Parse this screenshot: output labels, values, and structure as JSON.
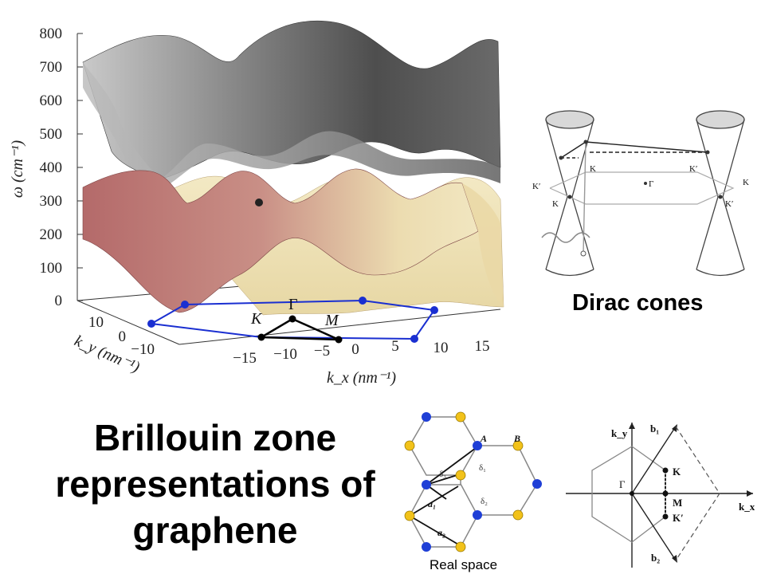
{
  "plot3d": {
    "z_axis_label": "ω (cm⁻¹)",
    "z_ticks": [
      "800",
      "700",
      "600",
      "500",
      "400",
      "300",
      "200",
      "100",
      "0"
    ],
    "ky_axis_label": "k_y (nm⁻¹)",
    "ky_ticks": [
      "10",
      "0",
      "−10"
    ],
    "kx_axis_label": "k_x (nm⁻¹)",
    "kx_ticks": [
      "−15",
      "−10",
      "−5",
      "0",
      "5",
      "10",
      "15"
    ],
    "point_gamma": "Γ",
    "point_k": "K",
    "point_m": "M",
    "colors": {
      "upper_band": "#6e6e6e",
      "lower_band_front": "#b56a6a",
      "lower_band_back": "#efe4b8",
      "bz_outline": "#1a2fd1"
    }
  },
  "dirac": {
    "caption": "Dirac cones",
    "labels": {
      "k_left": "K",
      "kp_left": "K′",
      "k_left_low": "K",
      "k_right_top": "K′",
      "gamma": "Γ",
      "k_right": "K",
      "kp_right_low": "K′"
    }
  },
  "title": {
    "line1": "Brillouin zone",
    "line2": "representations of",
    "line3": "graphene"
  },
  "real_space": {
    "caption": "Real space",
    "label_a": "A",
    "label_b": "B",
    "delta1": "δ₁",
    "delta2": "δ₂",
    "delta3": "δ₃",
    "a1": "a₁",
    "a2": "a₂",
    "colors": {
      "sublattice_a": "#1f3fd6",
      "sublattice_b": "#f2c21a"
    }
  },
  "reciprocal": {
    "ky": "k_y",
    "kx": "k_x",
    "b1": "b₁",
    "b2": "b₂",
    "gamma": "Γ",
    "k": "K",
    "m": "M",
    "kp": "K′"
  }
}
